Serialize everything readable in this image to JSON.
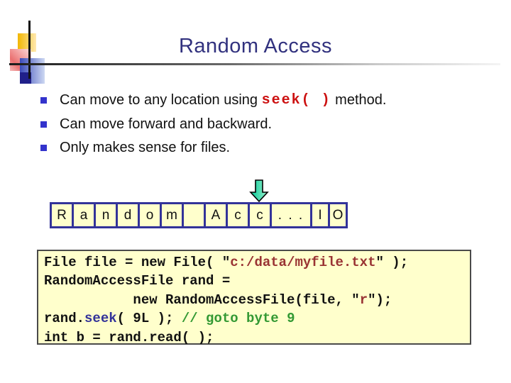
{
  "slide": {
    "title": "Random Access",
    "bullets": [
      {
        "pre": "Can move to any location using ",
        "code": "seek( )",
        "post": " method."
      },
      {
        "pre": "Can move forward and backward.",
        "code": "",
        "post": ""
      },
      {
        "pre": "Only makes sense for files.",
        "code": "",
        "post": ""
      }
    ],
    "byte_strip": {
      "cells": [
        "R",
        "a",
        "n",
        "d",
        "o",
        "m",
        "",
        "A",
        "c",
        "c",
        ". . .",
        "I",
        "O"
      ],
      "arrow_points_to_index": 9
    },
    "code": {
      "l1": {
        "a": "File file = new File( \"",
        "b": "c:/data/myfile.txt",
        "c": "\" );"
      },
      "l2": {
        "a": "RandomAccessFile rand ="
      },
      "l3": {
        "a": "           new RandomAccessFile(file, \"",
        "b": "r",
        "c": "\");"
      },
      "l4": {
        "a": "rand.",
        "b": "seek",
        "c": "( 9L ); ",
        "d": "// goto byte 9"
      },
      "l5": {
        "a": "int b = rand.read( );"
      }
    },
    "colors": {
      "title": "#31317e",
      "bullet_marker": "#3333cc",
      "inline_code_red": "#cc1111",
      "cell_background": "#ffffcc",
      "cell_border": "#333399",
      "code_background": "#ffffcc",
      "code_string": "#993333",
      "code_keyword": "#333399",
      "code_comment": "#339933",
      "arrow_green": "#00c896"
    }
  }
}
